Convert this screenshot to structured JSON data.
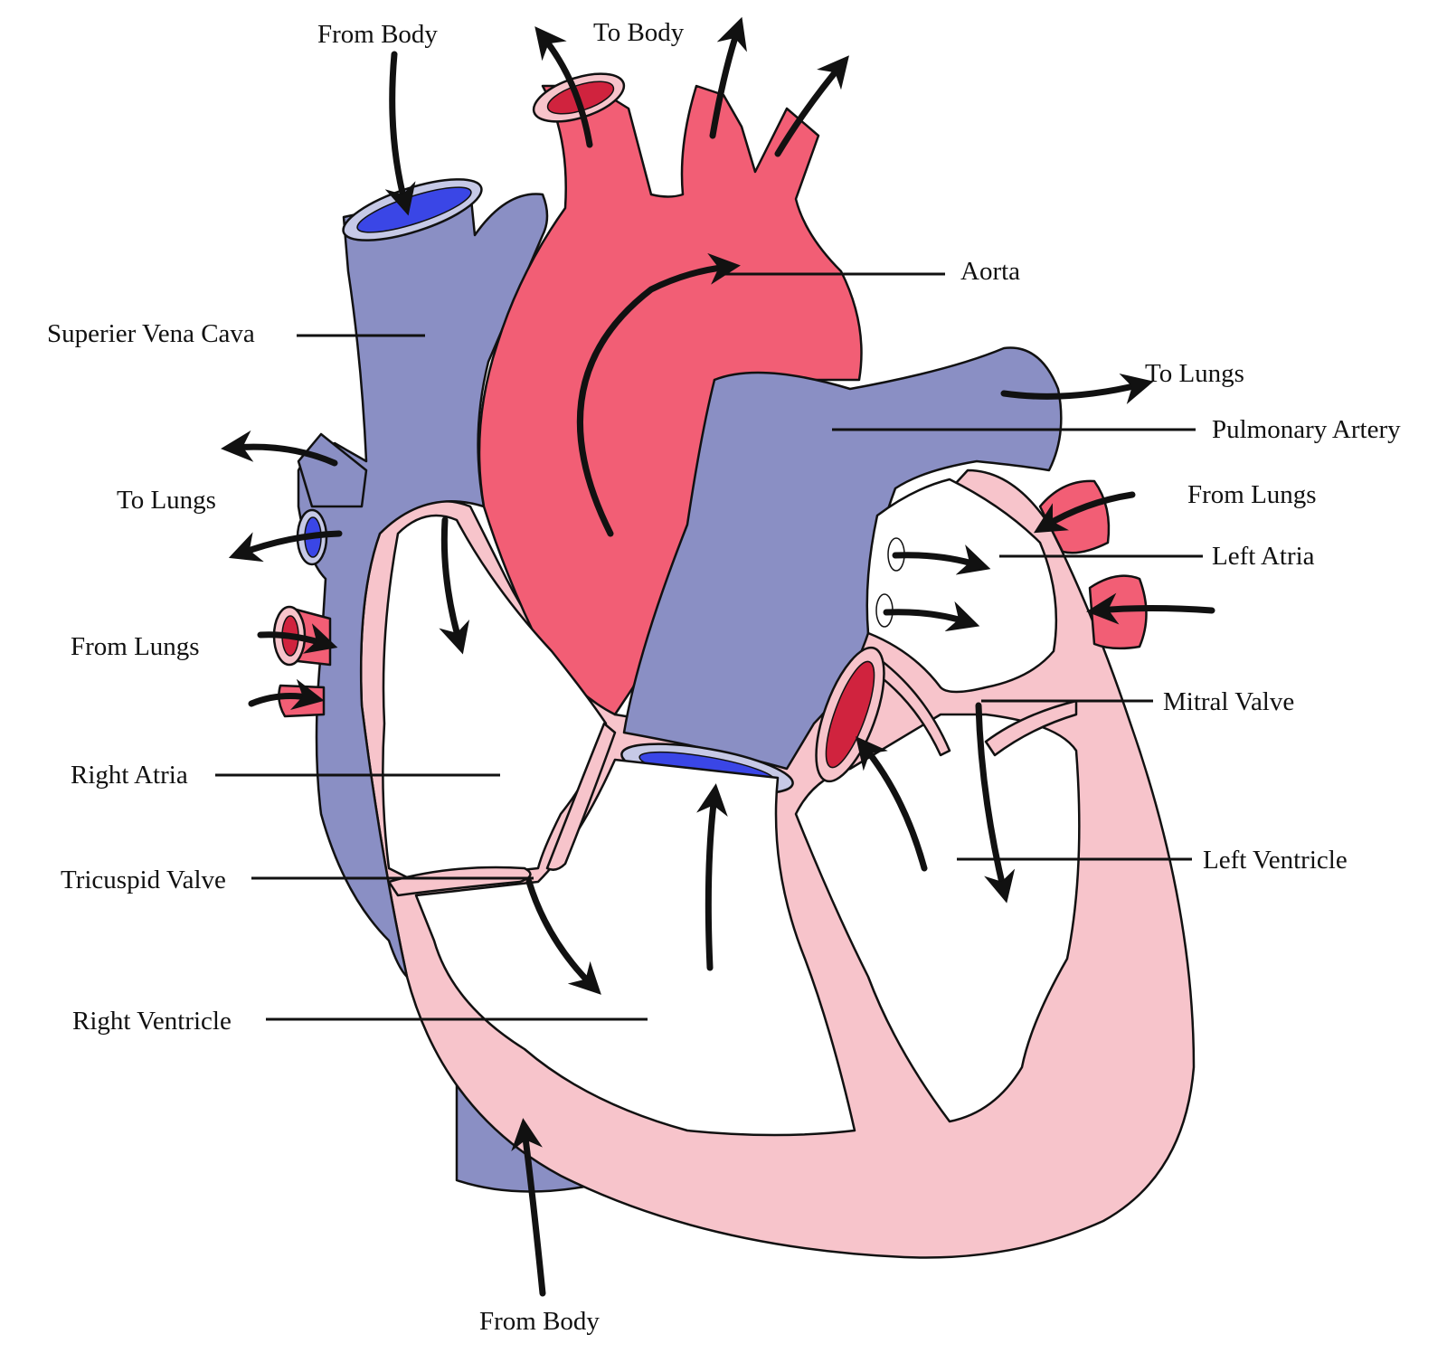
{
  "colors": {
    "deoxygenated_vessel": "#8a8fc4",
    "oxygenated_vessel": "#f25e75",
    "myocardium": "#f7c4cb",
    "lumen_blue": "#3a46e6",
    "lumen_red": "#d0233e",
    "vessel_rim": "#c6c9e6",
    "arrow": "#111111",
    "chamber": "#ffffff"
  },
  "labels": {
    "from_body_top": "From Body",
    "to_body": "To Body",
    "aorta": "Aorta",
    "superior_vena_cava": "Superier Vena Cava",
    "to_lungs_right": "To Lungs",
    "pulmonary_artery": "Pulmonary Artery",
    "to_lungs_left": "To Lungs",
    "from_lungs_right": "From Lungs",
    "left_atria": "Left Atria",
    "from_lungs_left": "From Lungs",
    "mitral_valve": "Mitral Valve",
    "right_atria": "Right Atria",
    "left_ventricle": "Left Ventricle",
    "tricuspid_valve": "Tricuspid Valve",
    "right_ventricle": "Right Ventricle",
    "from_body_bottom": "From Body"
  }
}
